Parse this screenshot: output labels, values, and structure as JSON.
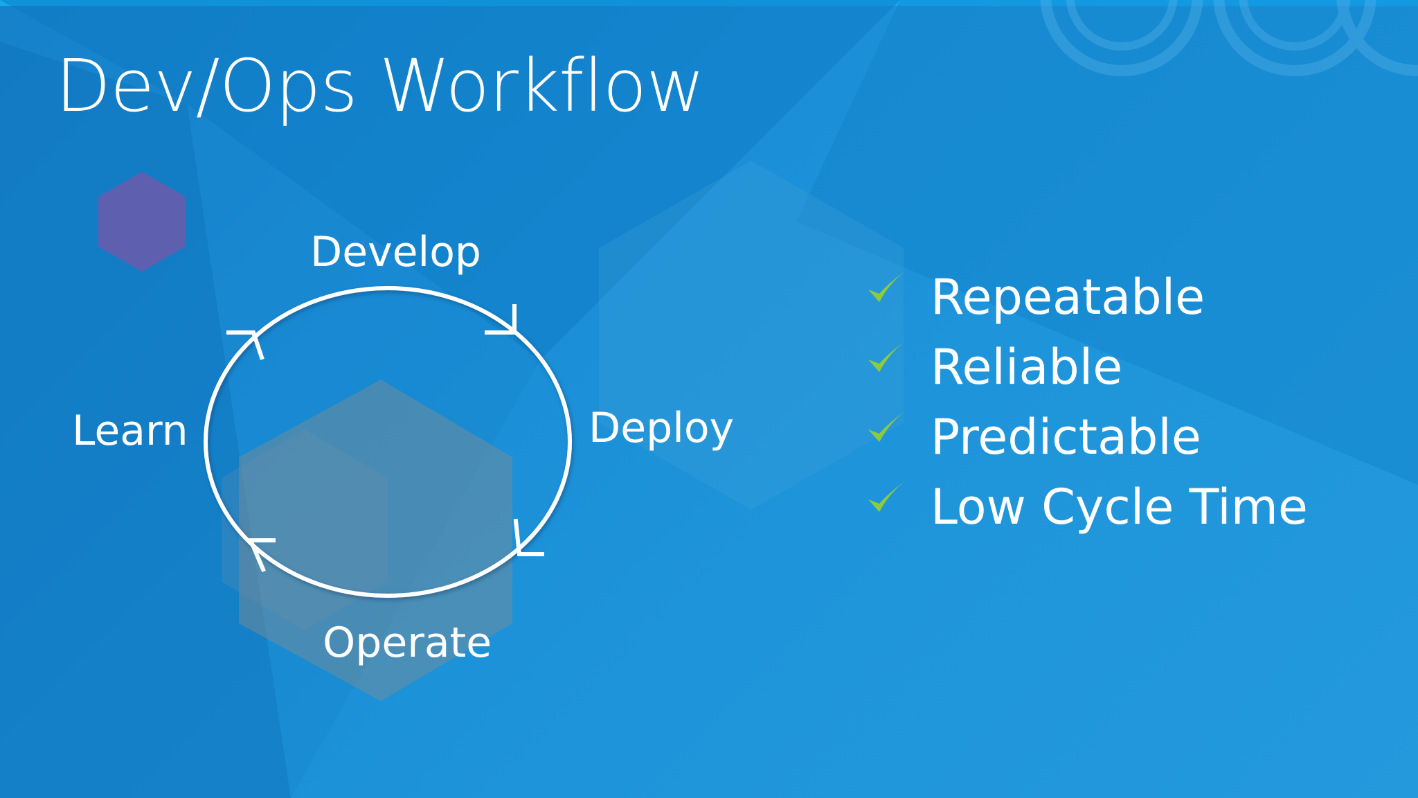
{
  "slide": {
    "title": "Dev/Ops Workflow"
  },
  "cycle": {
    "stages": {
      "develop": "Develop",
      "deploy": "Deploy",
      "operate": "Operate",
      "learn": "Learn"
    },
    "arrow_icon": "chevron-arrow-icon"
  },
  "benefits": {
    "check_icon": "checkmark-icon",
    "items": [
      "Repeatable",
      "Reliable",
      "Predictable",
      "Low Cycle Time"
    ]
  },
  "colors": {
    "background": "#1a8fd6",
    "accent_bar": "#15a8f0",
    "text": "#ffffff",
    "check": "#8ccc3c",
    "ring": "#ffffff"
  }
}
